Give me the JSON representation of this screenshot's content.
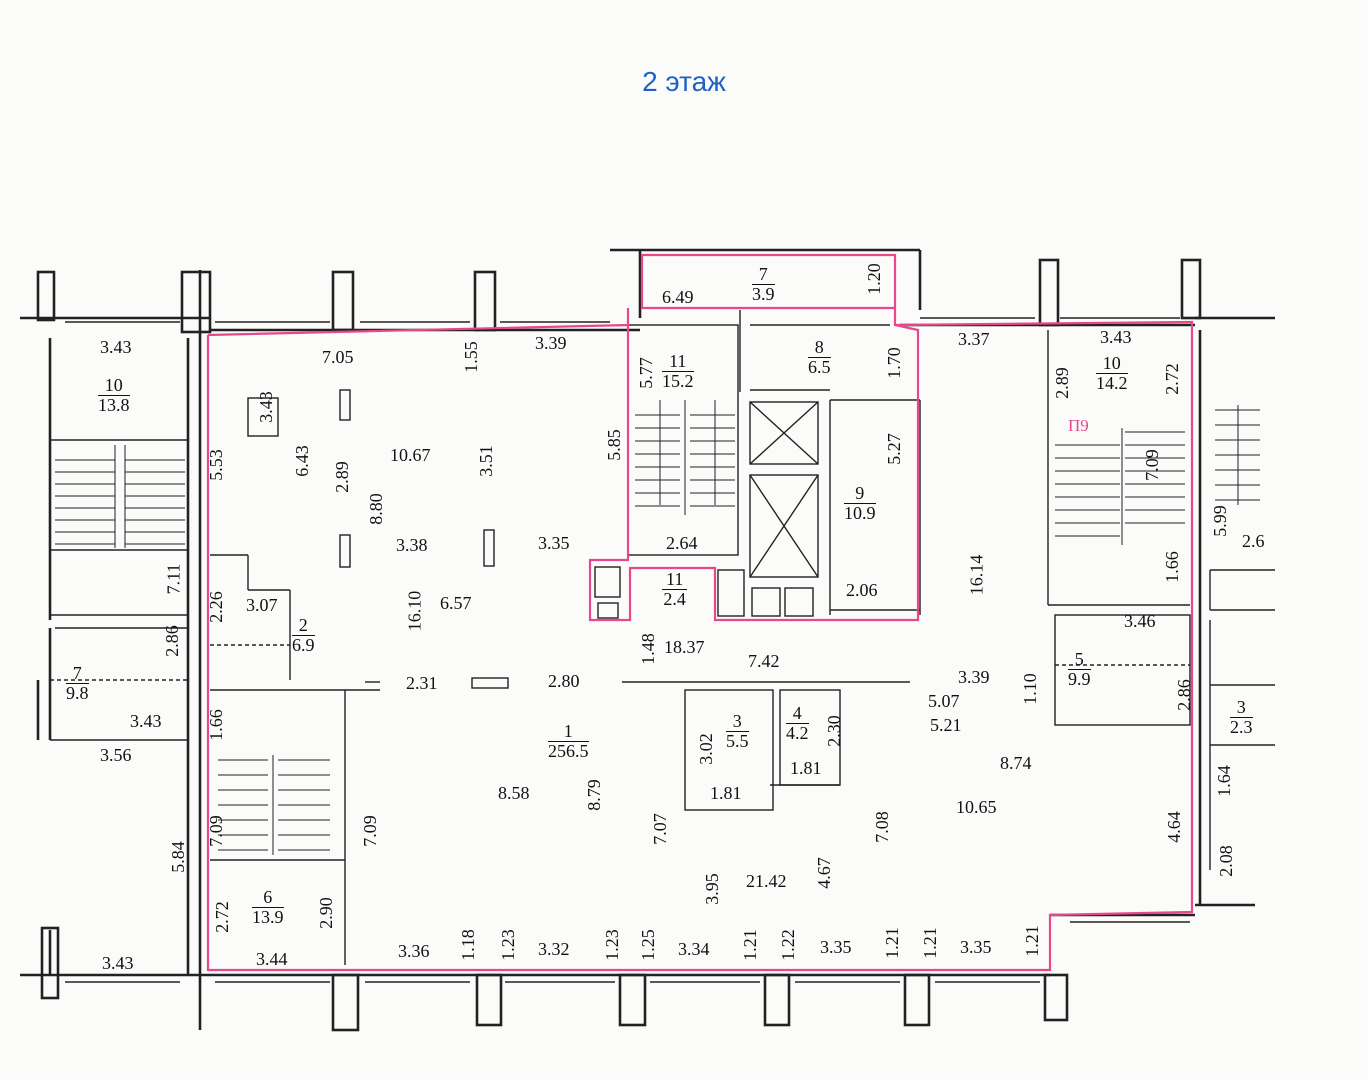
{
  "title": "2 этаж",
  "colors": {
    "title": "#1e63c4",
    "highlight": "#e8478c",
    "lines": "#222222"
  },
  "zone_label": "П9",
  "rooms": [
    {
      "id": "r10l",
      "num": "10",
      "area": "13.8"
    },
    {
      "id": "r7l",
      "num": "7",
      "area": "9.8"
    },
    {
      "id": "r6",
      "num": "6",
      "area": "13.9"
    },
    {
      "id": "r2",
      "num": "2",
      "area": "6.9"
    },
    {
      "id": "r1",
      "num": "1",
      "area": "256.5"
    },
    {
      "id": "r3",
      "num": "3",
      "area": "5.5"
    },
    {
      "id": "r4",
      "num": "4",
      "area": "4.2"
    },
    {
      "id": "r11a",
      "num": "11",
      "area": "15.2"
    },
    {
      "id": "r11b",
      "num": "11",
      "area": "2.4"
    },
    {
      "id": "r7t",
      "num": "7",
      "area": "3.9"
    },
    {
      "id": "r8",
      "num": "8",
      "area": "6.5"
    },
    {
      "id": "r9",
      "num": "9",
      "area": "10.9"
    },
    {
      "id": "r10r",
      "num": "10",
      "area": "14.2"
    },
    {
      "id": "r5",
      "num": "5",
      "area": "9.9"
    },
    {
      "id": "r3r",
      "num": "3",
      "area": "2.3"
    }
  ],
  "dims": [
    "3.43",
    "7.05",
    "1.55",
    "3.39",
    "6.49",
    "1.20",
    "3.37",
    "3.43",
    "5.53",
    "6.43",
    "2.89",
    "10.67",
    "3.51",
    "8.80",
    "5.85",
    "5.77",
    "1.70",
    "5.27",
    "2.89",
    "2.72",
    "7.09",
    "3.43",
    "7.11",
    "3.38",
    "3.35",
    "2.64",
    "5.99",
    "2.6",
    "2.26",
    "3.07",
    "16.10",
    "6.57",
    "2.06",
    "16.14",
    "1.66",
    "2.86",
    "1.48",
    "18.37",
    "3.46",
    "3.43",
    "2.31",
    "2.80",
    "7.42",
    "3.39",
    "1.10",
    "2.86",
    "3.56",
    "1.66",
    "3.02",
    "1.81",
    "2.30",
    "5.07",
    "5.21",
    "1.81",
    "8.58",
    "8.79",
    "8.74",
    "1.64",
    "5.84",
    "7.09",
    "7.09",
    "7.07",
    "7.08",
    "10.65",
    "4.64",
    "3.95",
    "21.42",
    "4.67",
    "2.08",
    "2.72",
    "2.90",
    "3.43",
    "3.44",
    "3.36",
    "1.18",
    "1.23",
    "3.32",
    "1.23",
    "1.25",
    "3.34",
    "1.21",
    "1.22",
    "3.35",
    "1.21",
    "1.21",
    "3.35",
    "1.21"
  ]
}
